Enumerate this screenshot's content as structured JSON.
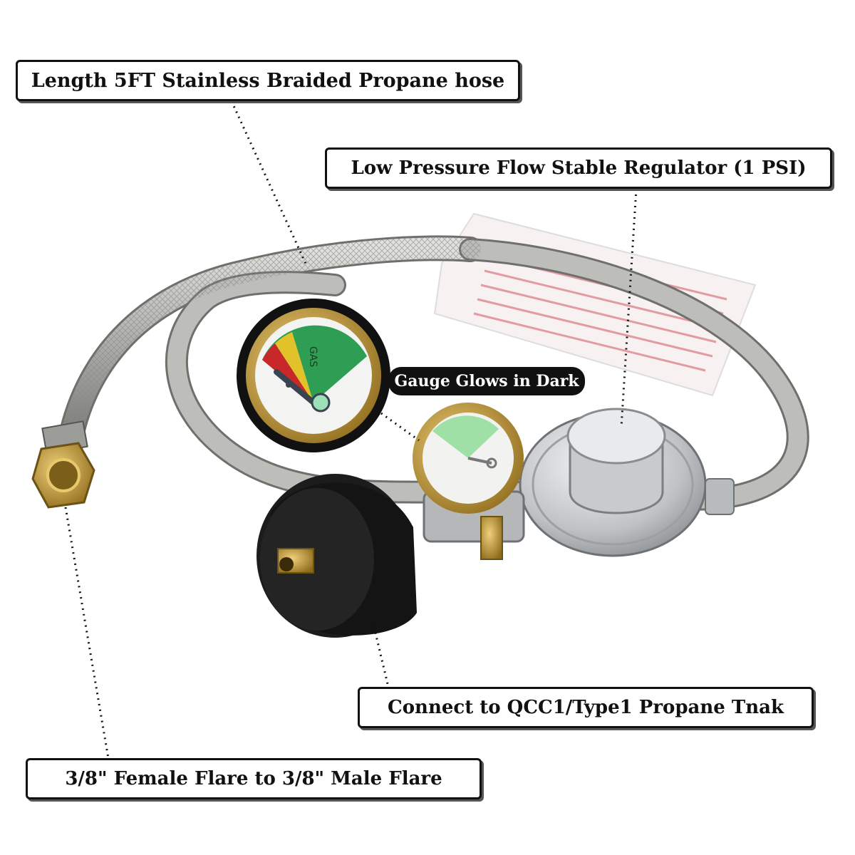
{
  "callouts": {
    "hose": "Length 5FT Stainless Braided Propane hose",
    "regulator": "Low Pressure Flow Stable Regulator (1 PSI)",
    "gauge": "Gauge Glows in Dark",
    "tank": "Connect to QCC1/Type1 Propane Tnak",
    "flare": "3/8\" Female Flare to 3/8\" Male Flare"
  },
  "gauge_face": {
    "label": "GAS"
  },
  "colors": {
    "steel_hose": "#b9b9b6",
    "brass": "#c9a23a",
    "gauge_green": "#2f9e55",
    "gauge_yellow": "#e2c22a",
    "gauge_red": "#c8282a",
    "handwheel": "#141414",
    "regulator": "#c4c6c8"
  },
  "icons": [
    "hose-image",
    "regulator-image",
    "gauge-image",
    "qcc1-handwheel-image",
    "flare-fitting-image",
    "instruction-leaflet-image"
  ]
}
